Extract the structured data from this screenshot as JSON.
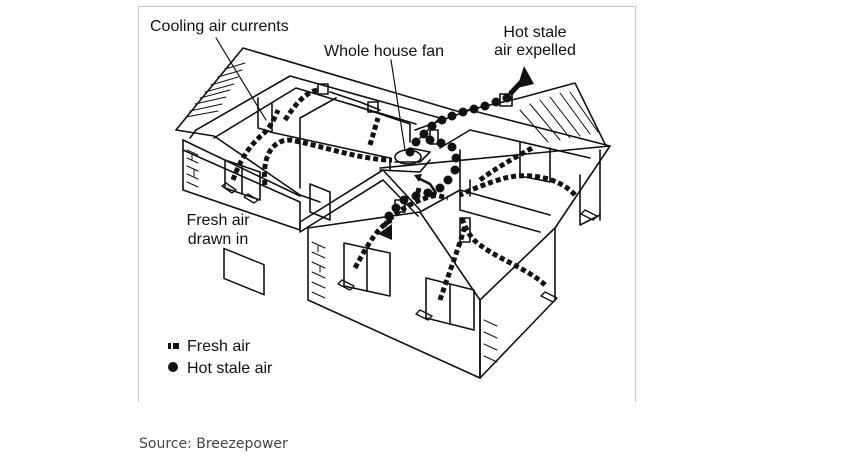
{
  "figure": {
    "labels": {
      "cooling_air_currents": "Cooling air currents",
      "whole_house_fan": "Whole house fan",
      "hot_stale_line1": "Hot stale",
      "hot_stale_line2": "air expelled",
      "fresh_air_line1": "Fresh air",
      "fresh_air_line2": "drawn in"
    },
    "legend": [
      {
        "icon": "dashed-square-marker",
        "label": "Fresh air"
      },
      {
        "icon": "filled-circle-marker",
        "label": "Hot stale air"
      }
    ]
  },
  "caption": "Source: Breezepower",
  "colors": {
    "ink": "#111111",
    "frame_border": "#c8c8c8",
    "caption": "#444444"
  }
}
